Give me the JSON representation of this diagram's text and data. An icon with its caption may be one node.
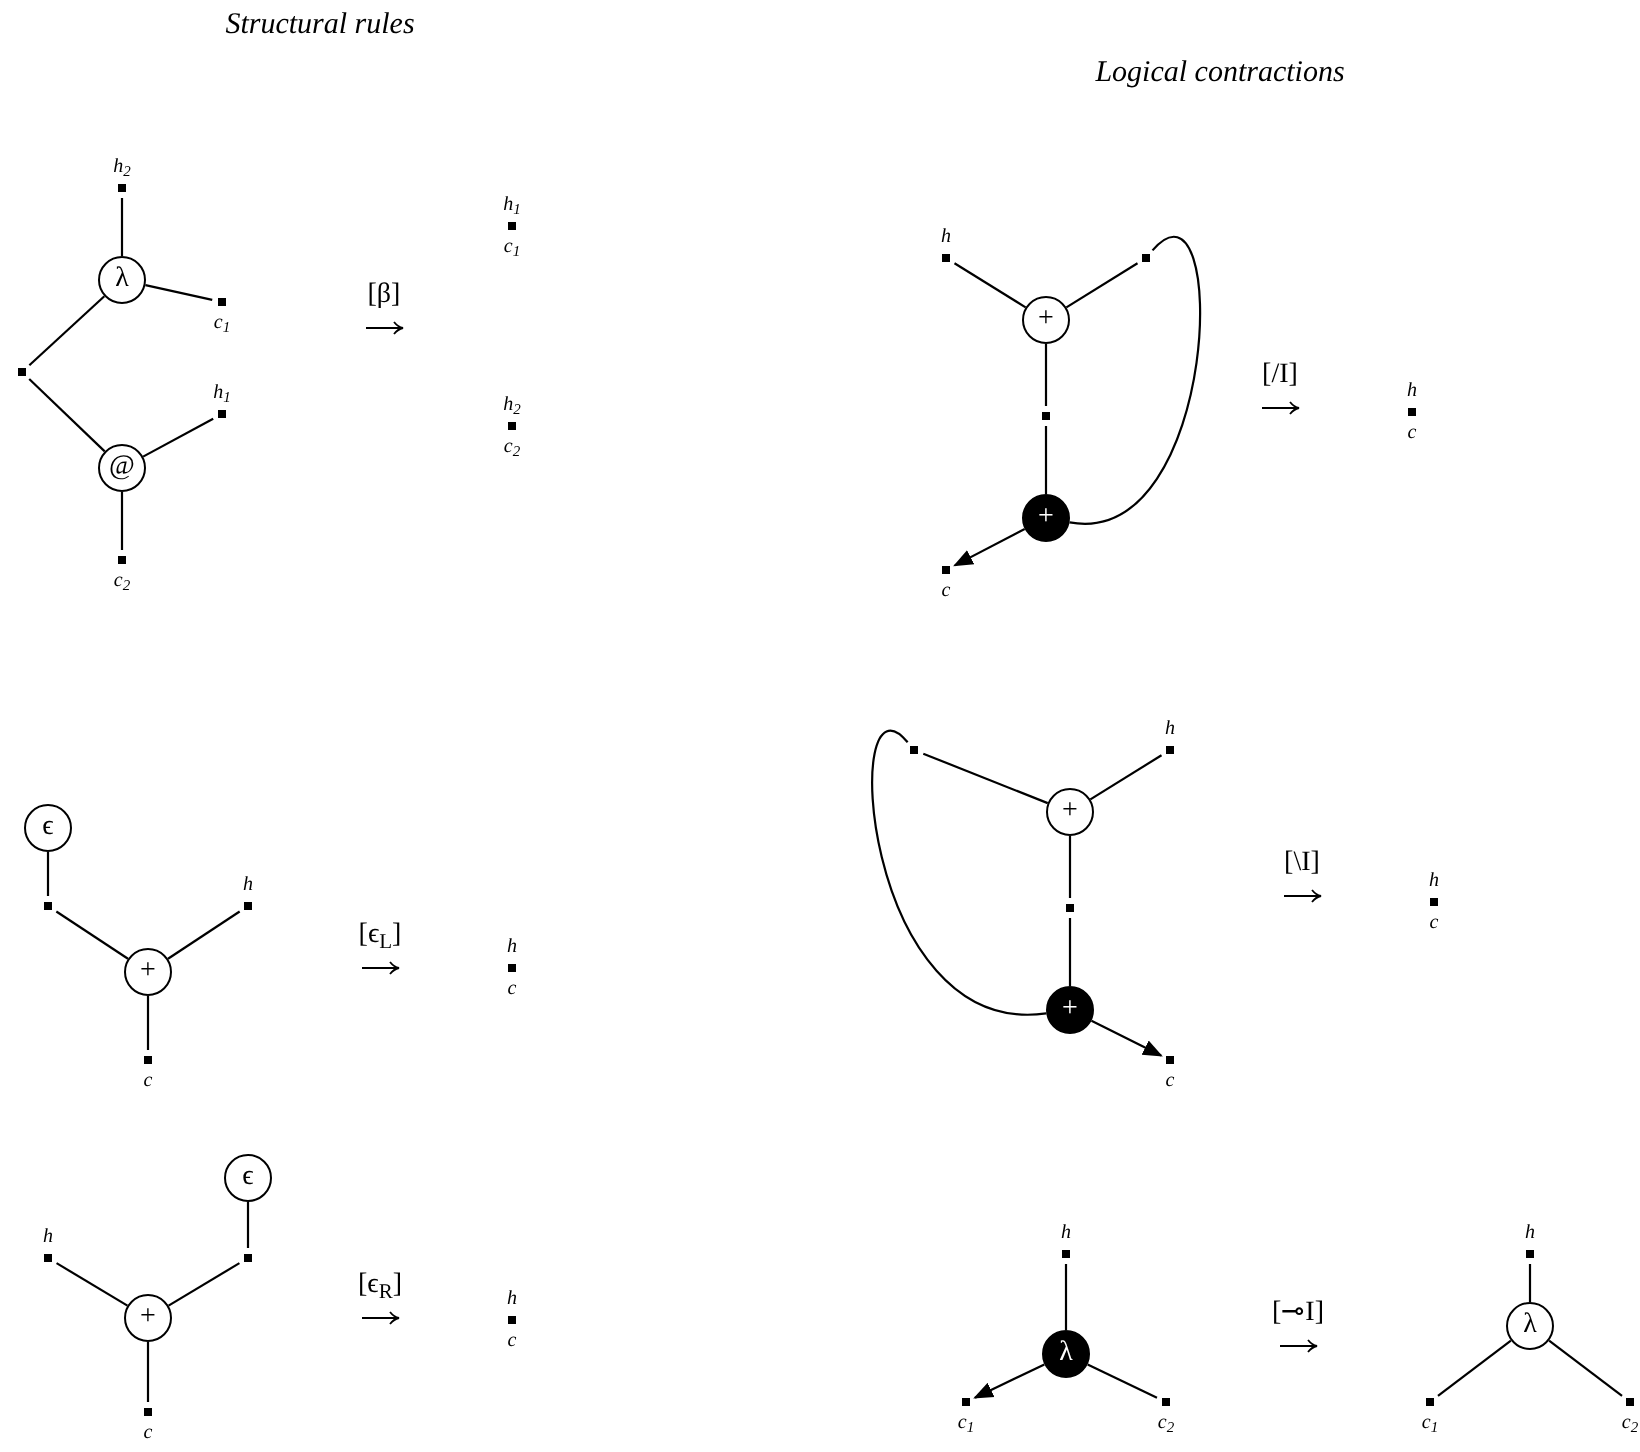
{
  "diagram": {
    "nodes": [
      {
        "text": [],
        "shape": "dot",
        "beside": [
          "h$_{2}$"
        ]
      },
      {
        "text": [
          "λ"
        ]
      },
      {
        "text": [],
        "shape": "dot",
        "beside": [
          "c$_{1}$"
        ]
      },
      {
        "text": [],
        "shape": "dot"
      },
      {
        "text": [],
        "shape": "dot",
        "beside": [
          "h$_{1}$"
        ]
      },
      {
        "text": [
          "@"
        ]
      },
      {
        "text": [],
        "shape": "dot",
        "beside": [
          "c$_{2}$"
        ]
      },
      {
        "text": [],
        "shape": "dot",
        "beside": [
          "h$_{1}$",
          "c$_{1}$"
        ]
      },
      {
        "text": [],
        "shape": "dot",
        "beside": [
          "h$_{2}$",
          "c$_{2}$"
        ]
      },
      {
        "text": [],
        "shape": "dot",
        "beside": [
          "h"
        ]
      },
      {
        "text": [
          "+"
        ]
      },
      {
        "text": [],
        "shape": "dot"
      },
      {
        "text": [],
        "shape": "dot"
      },
      {
        "text": [
          "+"
        ]
      },
      {
        "text": [],
        "shape": "dot",
        "beside": [
          "c"
        ]
      },
      {
        "text": [],
        "shape": "dot",
        "beside": [
          "h",
          "c"
        ]
      },
      {
        "text": [
          "ϵ"
        ]
      },
      {
        "text": [],
        "shape": "dot"
      },
      {
        "text": [
          "+"
        ]
      },
      {
        "text": [],
        "shape": "dot",
        "beside": [
          "h"
        ]
      },
      {
        "text": [],
        "shape": "dot",
        "beside": [
          "c"
        ]
      },
      {
        "text": [],
        "shape": "dot",
        "beside": [
          "h",
          "c"
        ]
      },
      {
        "text": [],
        "shape": "dot"
      },
      {
        "text": [
          "+"
        ]
      },
      {
        "text": [],
        "shape": "dot",
        "beside": [
          "h"
        ]
      },
      {
        "text": [],
        "shape": "dot"
      },
      {
        "text": [
          "+"
        ]
      },
      {
        "text": [],
        "shape": "dot",
        "beside": [
          "c"
        ]
      },
      {
        "text": [],
        "shape": "dot",
        "beside": [
          "h",
          "c"
        ]
      },
      {
        "text": [
          "ϵ"
        ]
      },
      {
        "text": [],
        "shape": "dot",
        "beside": [
          "h"
        ]
      },
      {
        "text": [],
        "shape": "dot"
      },
      {
        "text": [
          "+"
        ]
      },
      {
        "text": [],
        "shape": "dot",
        "beside": [
          "c"
        ]
      },
      {
        "text": [],
        "shape": "dot",
        "beside": [
          "h",
          "c"
        ]
      },
      {
        "text": [],
        "shape": "dot",
        "beside": [
          "h"
        ]
      },
      {
        "text": [
          "λ"
        ]
      },
      {
        "text": [],
        "shape": "dot",
        "beside": [
          "c$_{1}$"
        ]
      },
      {
        "text": [],
        "shape": "dot",
        "beside": [
          "c$_{2}$"
        ]
      },
      {
        "text": [],
        "shape": "dot",
        "beside": [
          "h"
        ]
      },
      {
        "text": [
          "λ"
        ]
      },
      {
        "text": [],
        "shape": "dot",
        "beside": [
          "c$_{1}$"
        ]
      },
      {
        "text": [],
        "shape": "dot",
        "beside": [
          "c$_{2}$"
        ]
      }
    ],
    "edges": [
      {
        "from": 0,
        "to": 1,
        "arrow": "none"
      },
      {
        "from": 1,
        "to": 2,
        "arrow": "none"
      },
      {
        "from": 1,
        "to": 3,
        "arrow": "none"
      },
      {
        "from": 3,
        "to": 5,
        "arrow": "none"
      },
      {
        "from": 5,
        "to": 4,
        "arrow": "none"
      },
      {
        "from": 5,
        "to": 6,
        "arrow": "none"
      },
      {
        "from": 9,
        "to": 10,
        "arrow": "none"
      },
      {
        "from": 10,
        "to": 11,
        "arrow": "none"
      },
      {
        "from": 10,
        "to": 12,
        "arrow": "none"
      },
      {
        "from": 12,
        "to": 13,
        "arrow": "none"
      },
      {
        "from": 11,
        "to": 13,
        "arrow": "none"
      },
      {
        "from": 13,
        "to": 14,
        "arrow": "to"
      },
      {
        "from": 16,
        "to": 17,
        "arrow": "none"
      },
      {
        "from": 17,
        "to": 18,
        "arrow": "none"
      },
      {
        "from": 18,
        "to": 19,
        "arrow": "none"
      },
      {
        "from": 18,
        "to": 20,
        "arrow": "none"
      },
      {
        "from": 22,
        "to": 23,
        "arrow": "none"
      },
      {
        "from": 23,
        "to": 24,
        "arrow": "none"
      },
      {
        "from": 23,
        "to": 25,
        "arrow": "none"
      },
      {
        "from": 25,
        "to": 26,
        "arrow": "none"
      },
      {
        "from": 22,
        "to": 26,
        "arrow": "none"
      },
      {
        "from": 26,
        "to": 27,
        "arrow": "to"
      },
      {
        "from": 29,
        "to": 31,
        "arrow": "none"
      },
      {
        "from": 30,
        "to": 32,
        "arrow": "none"
      },
      {
        "from": 31,
        "to": 32,
        "arrow": "none"
      },
      {
        "from": 32,
        "to": 33,
        "arrow": "none"
      },
      {
        "from": 35,
        "to": 36,
        "arrow": "none"
      },
      {
        "from": 36,
        "to": 37,
        "arrow": "to"
      },
      {
        "from": 36,
        "to": 38,
        "arrow": "none"
      },
      {
        "from": 39,
        "to": 40,
        "arrow": "none"
      },
      {
        "from": 40,
        "to": 41,
        "arrow": "none"
      },
      {
        "from": 40,
        "to": 42,
        "arrow": "none"
      }
    ],
    "labels": [
      "Structural rules",
      "Logical contractions",
      "[β]",
      "[/I]",
      "[ϵ$_{L}$]",
      "[\\I]",
      "[ϵ$_{R}$]",
      "[⊸I]"
    ]
  }
}
